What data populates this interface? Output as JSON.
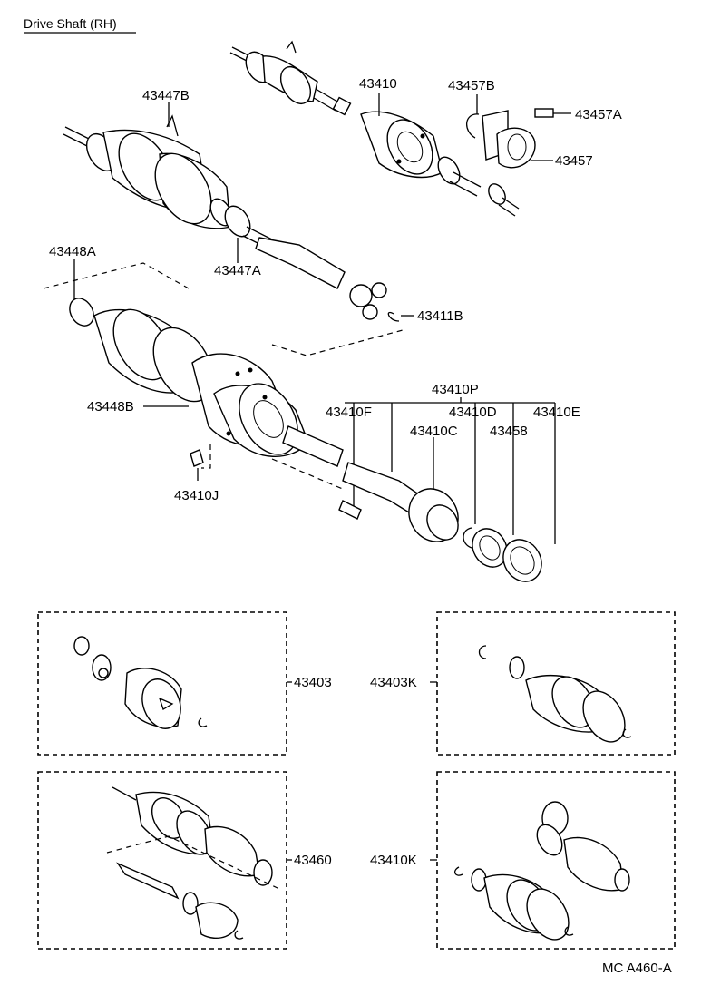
{
  "title": "Drive Shaft (RH)",
  "footer_code": "MC A460-A",
  "labels": {
    "p43410": "43410",
    "p43457B": "43457B",
    "p43457A": "43457A",
    "p43457": "43457",
    "p43447B": "43447B",
    "p43447A": "43447A",
    "p43448A": "43448A",
    "p43411B": "43411B",
    "p43410P": "43410P",
    "p43410F": "43410F",
    "p43410D": "43410D",
    "p43410E": "43410E",
    "p43410C": "43410C",
    "p43458": "43458",
    "p43448B": "43448B",
    "p43410J": "43410J",
    "p43403": "43403",
    "p43403K": "43403K",
    "p43460": "43460",
    "p43410K": "43410K"
  }
}
